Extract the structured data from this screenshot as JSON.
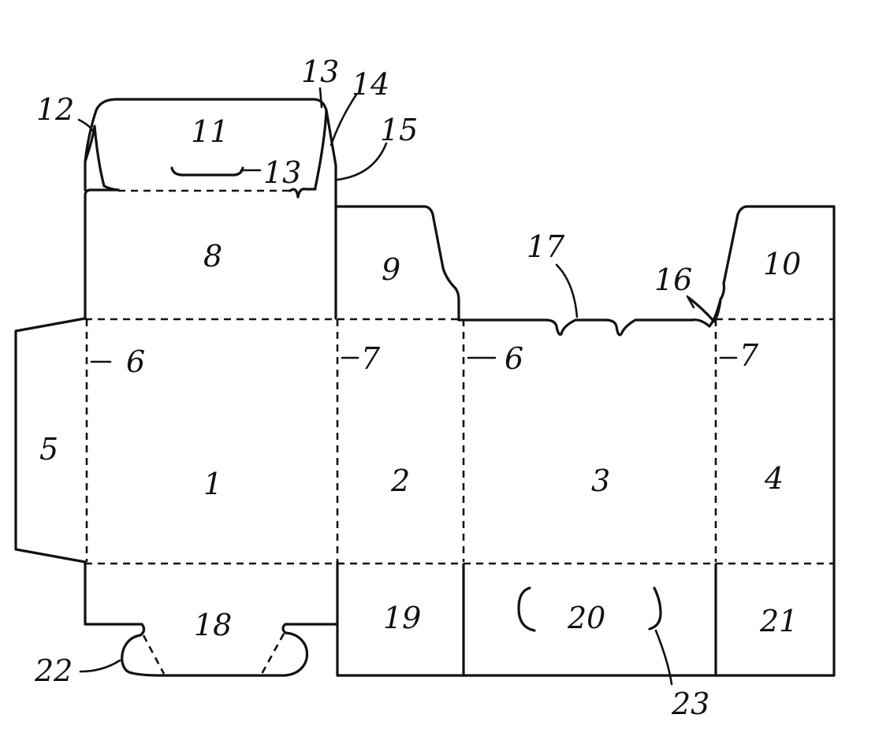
{
  "diagram": {
    "panels": [
      "1",
      "2",
      "3",
      "4",
      "5"
    ],
    "top_flaps": [
      "8",
      "9",
      "10",
      "11"
    ],
    "bottom_flaps": [
      "18",
      "19",
      "20",
      "21"
    ],
    "callouts": {
      "c6a": "6",
      "c7a": "7",
      "c6b": "6",
      "c7b": "7",
      "c12": "12",
      "c13a": "13",
      "c13b": "13",
      "c14": "14",
      "c15": "15",
      "c16": "16",
      "c17": "17",
      "c22": "22",
      "c23": "23"
    },
    "colors": {
      "line": "#111111",
      "background": "#ffffff"
    }
  }
}
